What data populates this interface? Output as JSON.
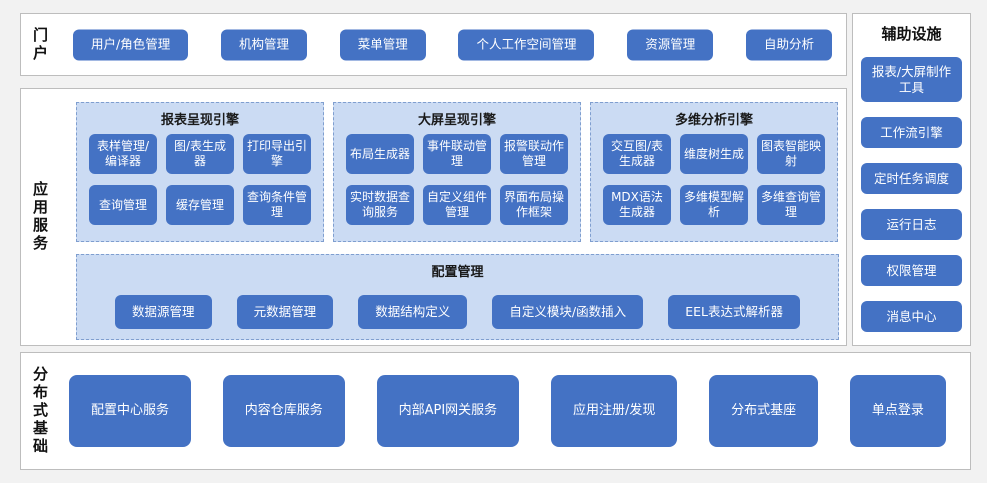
{
  "portal": {
    "label": "门户",
    "items": [
      "用户/角色管理",
      "机构管理",
      "菜单管理",
      "个人工作空间管理",
      "资源管理",
      "自助分析"
    ]
  },
  "app": {
    "label": "应用服务",
    "groups": [
      {
        "title": "报表呈现引擎",
        "items": [
          "表样管理/编译器",
          "图/表生成器",
          "打印导出引擎",
          "查询管理",
          "缓存管理",
          "查询条件管理"
        ]
      },
      {
        "title": "大屏呈现引擎",
        "items": [
          "布局生成器",
          "事件联动管理",
          "报警联动作管理",
          "实时数据查询服务",
          "自定义组件管理",
          "界面布局操作框架"
        ]
      },
      {
        "title": "多维分析引擎",
        "items": [
          "交互图/表生成器",
          "维度树生成",
          "图表智能映射",
          "MDX语法生成器",
          "多维模型解析",
          "多维查询管理"
        ]
      }
    ],
    "config": {
      "title": "配置管理",
      "items": [
        "数据源管理",
        "元数据管理",
        "数据结构定义",
        "自定义模块/函数插入",
        "EEL表达式解析器"
      ]
    }
  },
  "distributed": {
    "label": "分布式基础",
    "items": [
      "配置中心服务",
      "内容仓库服务",
      "内部API网关服务",
      "应用注册/发现",
      "分布式基座",
      "单点登录"
    ]
  },
  "auxiliary": {
    "label": "辅助设施",
    "items": [
      "报表/大屏制作工具",
      "工作流引擎",
      "定时任务调度",
      "运行日志",
      "权限管理",
      "消息中心"
    ]
  },
  "colors": {
    "accent": "#4472C4",
    "text_on_accent": "#FFFFFF",
    "group_bg": "#CBDBF3",
    "group_border": "#7F9ECF",
    "panel_border": "#BDBDBD",
    "page_bg": "#F2F2F2"
  }
}
